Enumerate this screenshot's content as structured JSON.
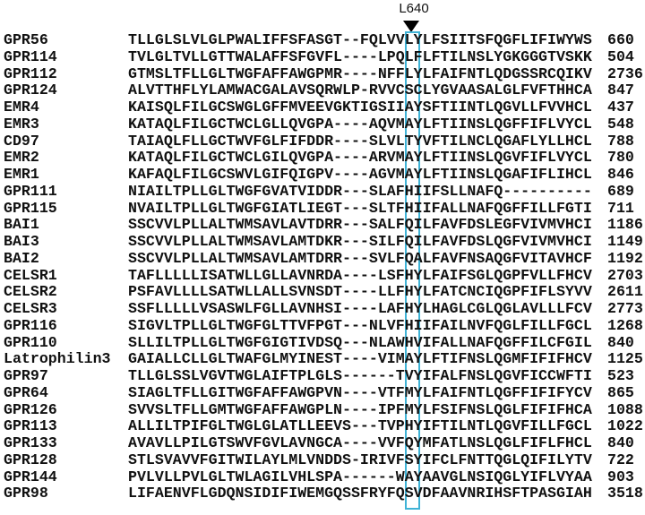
{
  "marker": {
    "label": "L640",
    "column_index": 31,
    "box_color": "#3fb3d6"
  },
  "rows": [
    {
      "name": "GPR56",
      "seq": "TLLGLSLVLGLPWALIFFSFASGT--FQLVVLYLFSIITSFQGFLIFIWYWS",
      "end": "660"
    },
    {
      "name": "GPR114",
      "seq": "TVLGLTVLLGTTWALAFFSFGVFL----LPQLFLFTILNSLYGKGGGTVSKK",
      "end": "504"
    },
    {
      "name": "GPR112",
      "seq": "GTMSLTFLLGLTWGFAFFAWGPMR----NFFLYLFAIFNTLQDGSSRCQIKV",
      "end": "2736"
    },
    {
      "name": "GPR124",
      "seq": "ALVTTHFLYLAMWACGALAVSQRWLP-RVVCSCLYGVAASALGLFVFTHHCA",
      "end": "847"
    },
    {
      "name": "EMR4",
      "seq": "KAISQLFILGCSWGLGFFMVEEVGKTIGSIIAYSFTIINTLQGVLLFVVHCL",
      "end": "437"
    },
    {
      "name": "EMR3",
      "seq": "KATAQLFILGCTWCLGLLQVGPA----AQVMAYLFTIINSLQGFFIFLVYCL",
      "end": "548"
    },
    {
      "name": "CD97",
      "seq": "TAIAQLFLLGCTWVFGLFIFDDR----SLVLTYVFTILNCLQGAFLYLLHCL",
      "end": "788"
    },
    {
      "name": "EMR2",
      "seq": "KATAQLFILGCTWCLGILQVGPA----ARVMAYLFTIINSLQGVFIFLVYCL",
      "end": "780"
    },
    {
      "name": "EMR1",
      "seq": "KAFAQLFILGCSWVLGIFQIGPV----AGVMAYLFTIINSLQGAFIFLIHCL",
      "end": "846"
    },
    {
      "name": "GPR111",
      "seq": "NIAILTPLLGLTWGFGVATVIDDR---SLAFHIIFSLLNAFQ----------",
      "end": "689"
    },
    {
      "name": "GPR115",
      "seq": "NVAILTPLLGLTWGFGIATLIEGT---SLTFHIIFALLNAFQGFFILLFGTI",
      "end": "711"
    },
    {
      "name": "BAI1",
      "seq": "SSCVVLPLLALTWMSAVLAVTDRR---SALFQILFAVFDSLEGFVIVMVHCI",
      "end": "1186"
    },
    {
      "name": "BAI3",
      "seq": "SSCVVLPLLALTWMSAVLAMTDKR---SILFQILFAVFDSLQGFVIVMVHCI",
      "end": "1149"
    },
    {
      "name": "BAI2",
      "seq": "SSCVVLPLLALTWMSAVLAMTDRR---SVLFQALFAVFNSAQGFVITAVHCF",
      "end": "1192"
    },
    {
      "name": "CELSR1",
      "seq": "TAFLLLLLISATWLLGLLAVNRDA----LSFHYLFAIFSGLQGPFVLLFHCV",
      "end": "2703"
    },
    {
      "name": "CELSR2",
      "seq": "PSFAVLLLLSATWLLALLSVNSDT----LLFHYLFATCNCIQGPFIFLSYVV",
      "end": "2611"
    },
    {
      "name": "CELSR3",
      "seq": "SSFLLLLLVSASWLFGLLAVNHSI----LAFHYLHAGLCGLQGLAVLLLFCV",
      "end": "2773"
    },
    {
      "name": "GPR116",
      "seq": "SIGVLTPLLGLTWGFGLTTVFPGT---NLVFHIIFAILNVFQGLFILLFGCL",
      "end": "1268"
    },
    {
      "name": "GPR110",
      "seq": "SLLILTPLLGLTWGFGIGTIVDSQ---NLAWHVIFALLNAFQGFFILCFGIL",
      "end": "840"
    },
    {
      "name": "Latrophilin3",
      "seq": "GAIALLCLLGLTWAFGLMYINEST----VIMAYLFTIFNSLQGMFIFIFHCV",
      "end": "1125"
    },
    {
      "name": "GPR97",
      "seq": "TLLGLSSLVGVTWGLAIFTPLGLS------TVYIFALFNSLQGVFICCWFTI",
      "end": "523"
    },
    {
      "name": "GPR64",
      "seq": "SIAGLTFLLGITWGFAFFAWGPVN----VTFMYLFAIFNTLQGFFIFIFYCV",
      "end": "865"
    },
    {
      "name": "GPR126",
      "seq": "SVVSLTFLLGMTWGFAFFAWGPLN----IPFMYLFSIFNSLQGLFIFIFHCA",
      "end": "1088"
    },
    {
      "name": "GPR113",
      "seq": "ALLILTPIFGLTWGLGLATLLEEVS---TVPHYIFTILNTLQGVFILLFGCL",
      "end": "1022"
    },
    {
      "name": "GPR133",
      "seq": "AVAVLLPILGTSWVFGVLAVNGCA----VVFQYMFATLNSLQGLFIFLFHCL",
      "end": "840"
    },
    {
      "name": "GPR128",
      "seq": "STLSVAVVFGITWILAYLMLVNDDS-IRIVFSYIFCLFNTTQGLQIFILYTV",
      "end": "722"
    },
    {
      "name": "GPR144",
      "seq": "PVLVLLPVLGLTWLAGILVHLSPA------WAYAAVGLNSIQGLYIFLVYAA",
      "end": "903"
    },
    {
      "name": "GPR98",
      "seq": "LIFAENVFLGDQNSIDIFIWEMGQSSFRYFQSVDFAAVNRIHSFTPASGIAH",
      "end": "3518"
    }
  ]
}
